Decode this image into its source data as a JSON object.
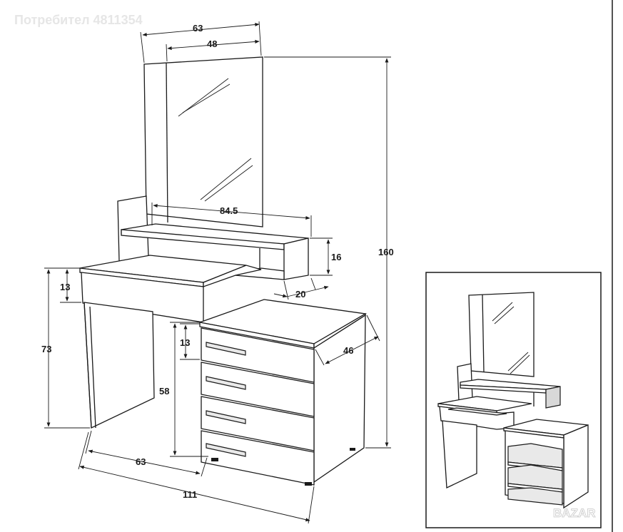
{
  "watermark": "Потребител 4811354",
  "logo_text": "BAZAR",
  "dimensions": {
    "mirror_outer_width": "63",
    "mirror_inner_width": "48",
    "shelf_width": "84.5",
    "shelf_height": "16",
    "total_height": "160",
    "drawer_height_top": "13",
    "shelf_depth": "20",
    "cabinet_depth": "46",
    "desk_height": "73",
    "drawer_front_height": "13",
    "cabinet_height": "58",
    "desk_depth": "63",
    "total_width": "111"
  }
}
